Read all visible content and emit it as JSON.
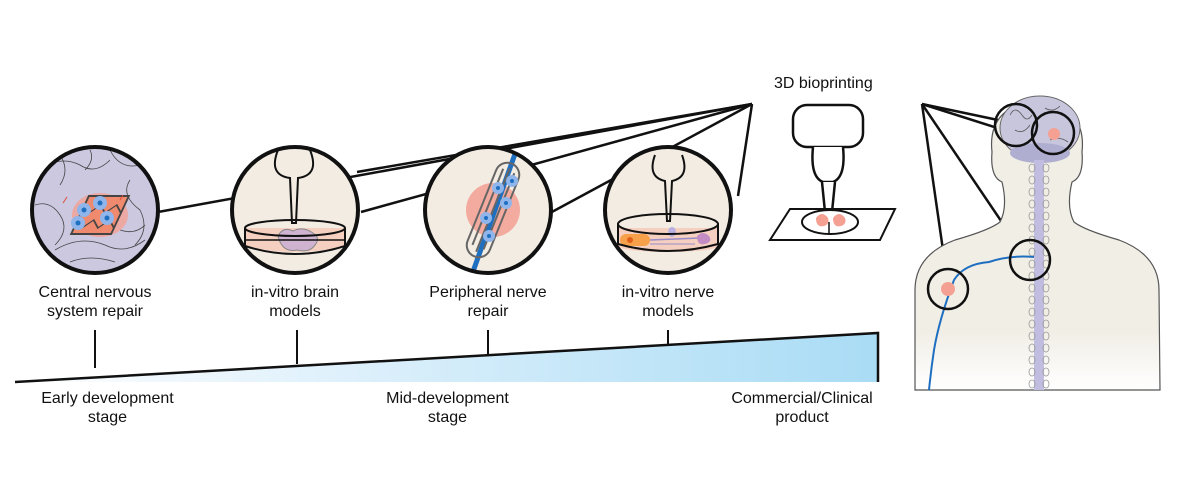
{
  "title_label": "3D bioprinting",
  "applications": [
    {
      "id": "cns",
      "line1": "Central nervous",
      "line2": "system repair",
      "illustration": "brain-scaffold"
    },
    {
      "id": "brain-models",
      "line1": "in-vitro brain",
      "line2": "models",
      "illustration": "petri-dish-brain-tissue"
    },
    {
      "id": "peripheral",
      "line1": "Peripheral nerve",
      "line2": "repair",
      "illustration": "nerve-conduit"
    },
    {
      "id": "nerve-models",
      "line1": "in-vitro nerve",
      "line2": "models",
      "illustration": "petri-dish-nerve-cells"
    }
  ],
  "stages": [
    {
      "line1": "Early development",
      "line2": "stage"
    },
    {
      "line1": "Mid-development",
      "line2": "stage"
    },
    {
      "line1": "Commercial/Clinical",
      "line2": "product"
    }
  ],
  "colors": {
    "outline": "#111111",
    "gradient_start": "#ffffff",
    "gradient_end": "#a9dcf5",
    "body_fill": "#f1eee6",
    "brain_fill": "#c8c6dd",
    "nerve_blue": "#1f6fc1",
    "tissue_pink": "#f4a093",
    "dish_fill": "#f2ece2",
    "cell_blue": "#8fb5ea"
  }
}
